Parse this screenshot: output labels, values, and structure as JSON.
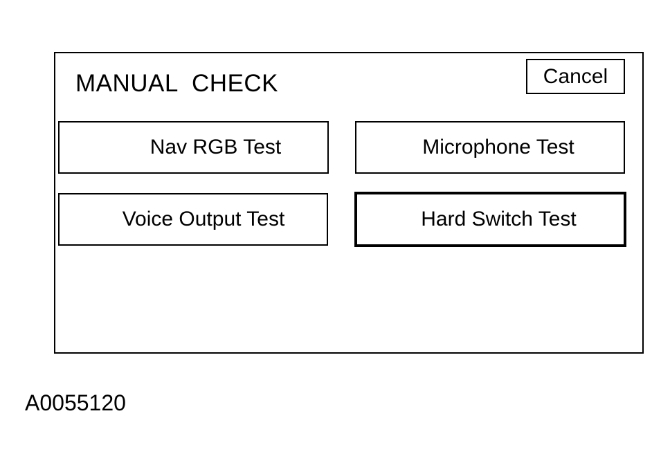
{
  "screen": {
    "title": "MANUAL  CHECK",
    "cancel_label": "Cancel",
    "buttons": [
      {
        "label": "Nav RGB Test",
        "selected": false
      },
      {
        "label": "Microphone Test",
        "selected": false
      },
      {
        "label": "Voice Output Test",
        "selected": false
      },
      {
        "label": "Hard Switch Test",
        "selected": true
      }
    ]
  },
  "figure_id": "A0055120"
}
